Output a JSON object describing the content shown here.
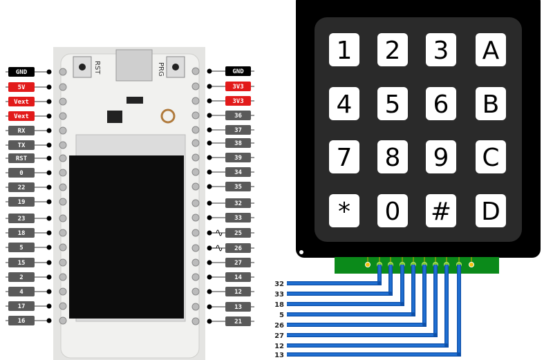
{
  "board": {
    "buttons": [
      "RST",
      "PRG"
    ],
    "left_pins": [
      {
        "label": "GND",
        "color": "#000000"
      },
      {
        "label": "5V",
        "color": "#e21a1a"
      },
      {
        "label": "Vext",
        "color": "#e21a1a"
      },
      {
        "label": "Vext",
        "color": "#e21a1a"
      },
      {
        "label": "RX",
        "color": "#5a5a5a"
      },
      {
        "label": "TX",
        "color": "#5a5a5a"
      },
      {
        "label": "RST",
        "color": "#5a5a5a"
      },
      {
        "label": "0",
        "color": "#5a5a5a"
      },
      {
        "label": "22",
        "color": "#5a5a5a"
      },
      {
        "label": "19",
        "color": "#5a5a5a"
      },
      {
        "label": "23",
        "color": "#5a5a5a"
      },
      {
        "label": "18",
        "color": "#5a5a5a"
      },
      {
        "label": "5",
        "color": "#5a5a5a"
      },
      {
        "label": "15",
        "color": "#5a5a5a"
      },
      {
        "label": "2",
        "color": "#5a5a5a"
      },
      {
        "label": "4",
        "color": "#5a5a5a"
      },
      {
        "label": "17",
        "color": "#5a5a5a"
      },
      {
        "label": "16",
        "color": "#5a5a5a"
      }
    ],
    "right_pins": [
      {
        "label": "GND",
        "color": "#000000"
      },
      {
        "label": "3V3",
        "color": "#e21a1a"
      },
      {
        "label": "3V3",
        "color": "#e21a1a"
      },
      {
        "label": "36",
        "color": "#5a5a5a"
      },
      {
        "label": "37",
        "color": "#5a5a5a"
      },
      {
        "label": "38",
        "color": "#5a5a5a"
      },
      {
        "label": "39",
        "color": "#5a5a5a"
      },
      {
        "label": "34",
        "color": "#5a5a5a"
      },
      {
        "label": "35",
        "color": "#5a5a5a"
      },
      {
        "label": "32",
        "color": "#5a5a5a"
      },
      {
        "label": "33",
        "color": "#5a5a5a"
      },
      {
        "label": "25",
        "color": "#5a5a5a",
        "wave": true
      },
      {
        "label": "26",
        "color": "#5a5a5a",
        "wave": true
      },
      {
        "label": "27",
        "color": "#5a5a5a"
      },
      {
        "label": "14",
        "color": "#5a5a5a"
      },
      {
        "label": "12",
        "color": "#5a5a5a"
      },
      {
        "label": "13",
        "color": "#5a5a5a"
      },
      {
        "label": "21",
        "color": "#5a5a5a"
      }
    ]
  },
  "keypad": {
    "keys": [
      [
        "1",
        "2",
        "3",
        "A"
      ],
      [
        "4",
        "5",
        "6",
        "B"
      ],
      [
        "7",
        "8",
        "9",
        "C"
      ],
      [
        "*",
        "0",
        "#",
        "D"
      ]
    ]
  },
  "wires": {
    "color": "#1f6fd1",
    "labels": [
      "32",
      "33",
      "18",
      "5",
      "26",
      "27",
      "12",
      "13"
    ]
  }
}
